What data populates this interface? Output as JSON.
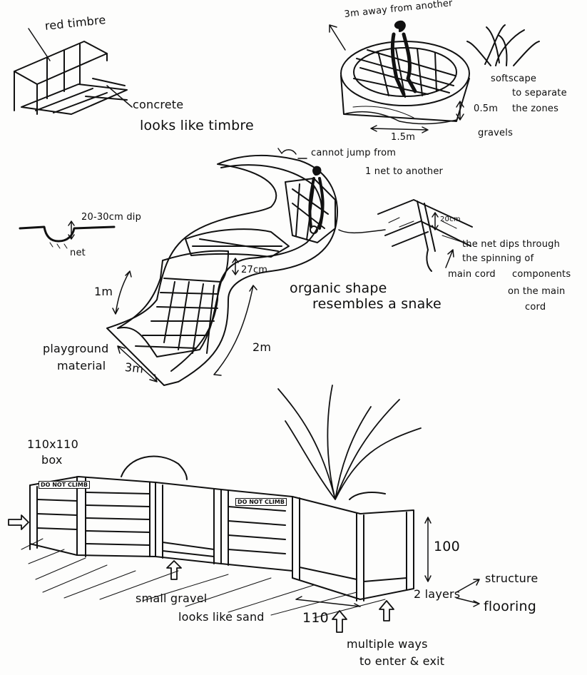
{
  "labels": {
    "red_timbre": "red timbre",
    "concrete": "concrete",
    "looks_like_timbre": "looks like timbre",
    "three_m_away": "3m away from another",
    "softscape": "softscape",
    "to_separate": "to separate",
    "the_zones": "the zones",
    "zero_five_m": "0.5m",
    "one_five_m": "1.5m",
    "gravels": "gravels",
    "cannot_jump": "cannot jump from",
    "one_net": "1 net to another",
    "dip_label": "20-30cm dip",
    "net": "net",
    "twenty_cm": "20cm",
    "net_dips_1": "the net dips through",
    "net_dips_2": "the spinning of",
    "main_cord": "main cord",
    "components": "components",
    "on_the_main": "on the main",
    "cord": "cord",
    "one_m": "1m",
    "twenty_seven_cm": "27cm",
    "organic_shape": "organic shape",
    "resembles": "resembles a snake",
    "playground": "playground",
    "material": "material",
    "three_m": "3m",
    "two_m": "2m",
    "box_size": "110x110",
    "box": "box",
    "do_not_climb_1": "DO NOT CLIMB",
    "do_not_climb_2": "DO NOT CLIMB",
    "hundred": "100",
    "structure": "structure",
    "two_layers": "2 layers",
    "flooring": "flooring",
    "small_gravel": "small gravel",
    "looks_like_sand": "looks like sand",
    "one_ten": "110",
    "multiple_ways": "multiple ways",
    "to_enter_exit": "to enter & exit"
  },
  "colors": {
    "ink": "#111111",
    "paper": "#fdfdfc"
  }
}
